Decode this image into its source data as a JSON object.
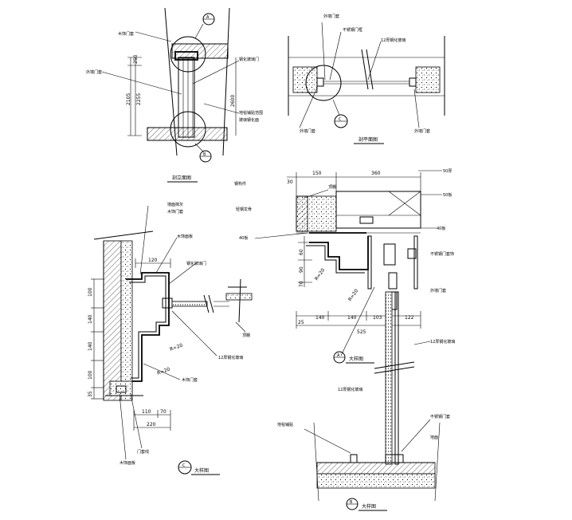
{
  "views": {
    "elevation": {
      "title": "剖立面图"
    },
    "plan": {
      "title": "剖平面图"
    },
    "detail_a": {
      "title": "大样图",
      "marker": "A"
    },
    "detail_b": {
      "title": "大样图",
      "marker": "B"
    },
    "detail_c": {
      "title": "大样图",
      "marker": "C"
    }
  },
  "markers": {
    "A": "A",
    "B": "B",
    "C": "C"
  },
  "elevation_dims": [
    "250",
    "2105",
    "2255",
    "2600"
  ],
  "elevation_notes": [
    "木饰门套",
    "外墙门套",
    "钢化玻璃门",
    "地毯铺贴范围",
    "玻璃钢化面"
  ],
  "plan_notes": [
    "外墙门套",
    "不锈钢门框",
    "12厚钢化玻璃"
  ],
  "detail_a_dims": {
    "top": [
      "30",
      "150",
      "360"
    ],
    "bottom": [
      "25",
      "140",
      "140",
      "103",
      "122"
    ],
    "total": "525",
    "left": [
      "60",
      "90",
      "70"
    ]
  },
  "detail_a_notes": [
    "50厚",
    "50板",
    "40板",
    "40板",
    "不锈钢门套饰",
    "外墙门套",
    "12厚钢化玻璃",
    "R=20",
    "R=20",
    "顶棚",
    "钢构件",
    "轻钢龙骨"
  ],
  "detail_b_notes": [
    "地毯铺贴",
    "不锈钢门套",
    "12厚钢化玻璃",
    "地面"
  ],
  "detail_c_dims": {
    "top": "120",
    "left": [
      "100",
      "140",
      "140",
      "100",
      "35"
    ],
    "bottom": [
      "110",
      "70",
      "220"
    ]
  },
  "detail_c_notes": [
    "墙面抹灰",
    "木饰门套",
    "木饰面板",
    "钢化玻璃门",
    "R=20",
    "R=20",
    "12厚钢化玻璃",
    "顶棚",
    "木饰门套",
    "门套线",
    "木饰面板"
  ]
}
